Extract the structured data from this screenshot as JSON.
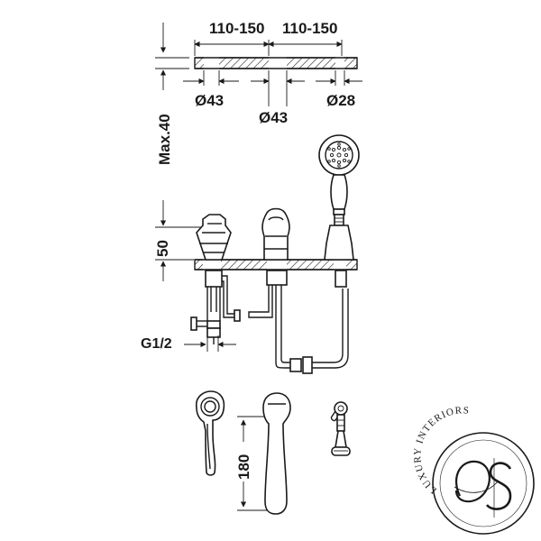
{
  "dimensions": {
    "spacing_left": "110-150",
    "spacing_right": "110-150",
    "dia_left": "Ø43",
    "dia_center": "Ø43",
    "dia_right": "Ø28",
    "max_thickness": "Max.40",
    "height": "50",
    "thread": "G1/2",
    "length": "180"
  },
  "logo": {
    "text": "LUXURY INTERIORS"
  }
}
